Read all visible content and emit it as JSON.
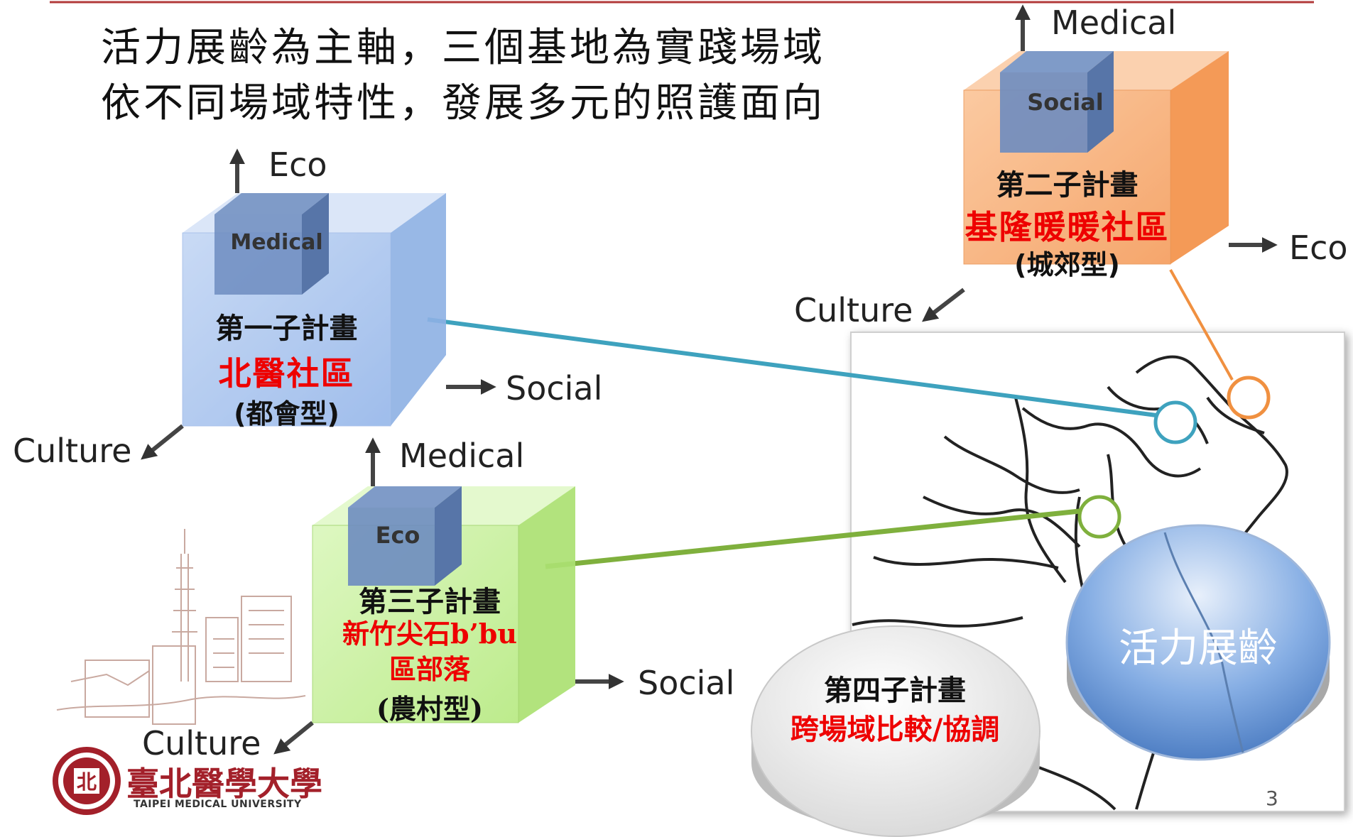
{
  "headline": {
    "line1": "活力展齡為主軸，三個基地為實踐場域",
    "line2": "依不同場域特性，發展多元的照護面向"
  },
  "subproject1": {
    "plan": "第一子計畫",
    "place": "北醫社區",
    "type": "(都會型)",
    "inner_cube": "Medical",
    "axis_up": "Eco",
    "axis_right": "Social",
    "axis_left": "Culture",
    "color": "#a9c5ee"
  },
  "subproject2": {
    "plan": "第二子計畫",
    "place": "基隆暖暖社區",
    "type": "(城郊型)",
    "inner_cube": "Social",
    "axis_up": "Medical",
    "axis_right": "Eco",
    "axis_left": "Culture",
    "color": "#f8b07a"
  },
  "subproject3": {
    "plan": "第三子計畫",
    "place_line1": "新竹尖石b’bu",
    "place_line2": "區部落",
    "type": "(農村型)",
    "inner_cube": "Eco",
    "axis_up": "Medical",
    "axis_right": "Social",
    "axis_left": "Culture",
    "color": "#c6f09a"
  },
  "subproject4": {
    "plan": "第四子計畫",
    "sub": "跨場域比較/協調"
  },
  "center_disc": "活力展齡",
  "page_number": "3",
  "logo": {
    "chinese": "臺北醫學大學",
    "english": "TAIPEI MEDICAL UNIVERSITY",
    "color": "#a3202a"
  },
  "connector_colors": {
    "north_medical": "#3ea2be",
    "keelung": "#f09040",
    "hsinchu": "#7fb03d"
  }
}
